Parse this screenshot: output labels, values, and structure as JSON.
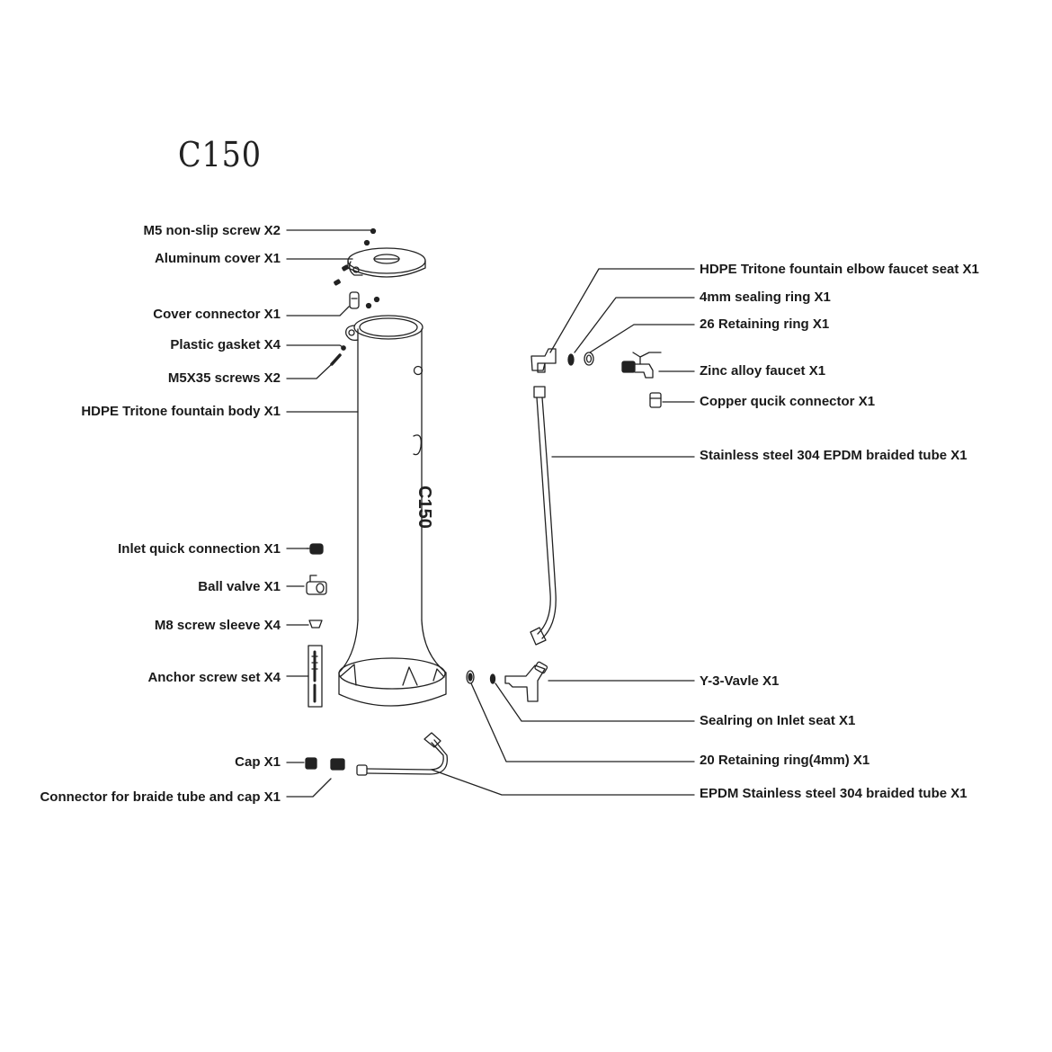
{
  "title": "C150",
  "body_lettering": "C150",
  "left_labels": [
    "M5 non-slip screw X2",
    "Aluminum cover X1",
    "Cover connector X1",
    "Plastic gasket X4",
    "M5X35 screws X2",
    "HDPE Tritone fountain body X1",
    "Inlet quick connection X1",
    "Ball valve X1",
    "M8 screw sleeve X4",
    "Anchor screw set X4",
    "Cap X1",
    "Connector for braide tube and cap X1"
  ],
  "right_labels": [
    "HDPE Tritone fountain elbow faucet seat X1",
    "4mm sealing ring X1",
    "26 Retaining ring X1",
    "Zinc alloy faucet X1",
    "Copper qucik connector X1",
    "Stainless steel 304 EPDM braided tube X1",
    "Y-3-Vavle X1",
    "Sealring on Inlet seat X1",
    "20 Retaining ring(4mm) X1",
    "EPDM Stainless steel 304 braided tube X1"
  ]
}
